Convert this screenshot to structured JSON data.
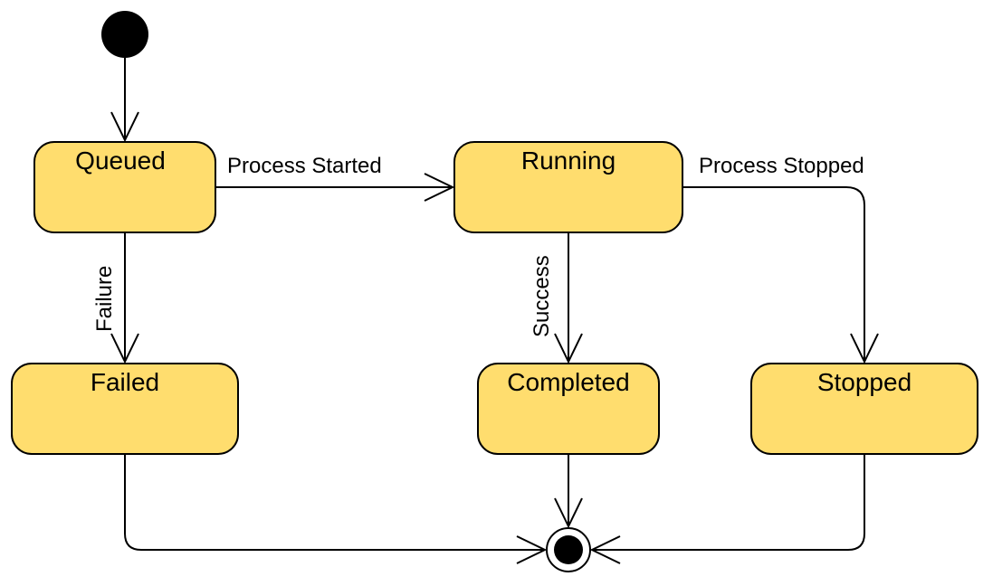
{
  "colors": {
    "state_fill": "#FFDD6E",
    "stroke": "#000000",
    "background": "#FFFFFF"
  },
  "states": {
    "queued": "Queued",
    "running": "Running",
    "failed": "Failed",
    "completed": "Completed",
    "stopped": "Stopped"
  },
  "transitions": {
    "process_started": "Process Started",
    "process_stopped": "Process Stopped",
    "failure": "Failure",
    "success": "Success"
  }
}
